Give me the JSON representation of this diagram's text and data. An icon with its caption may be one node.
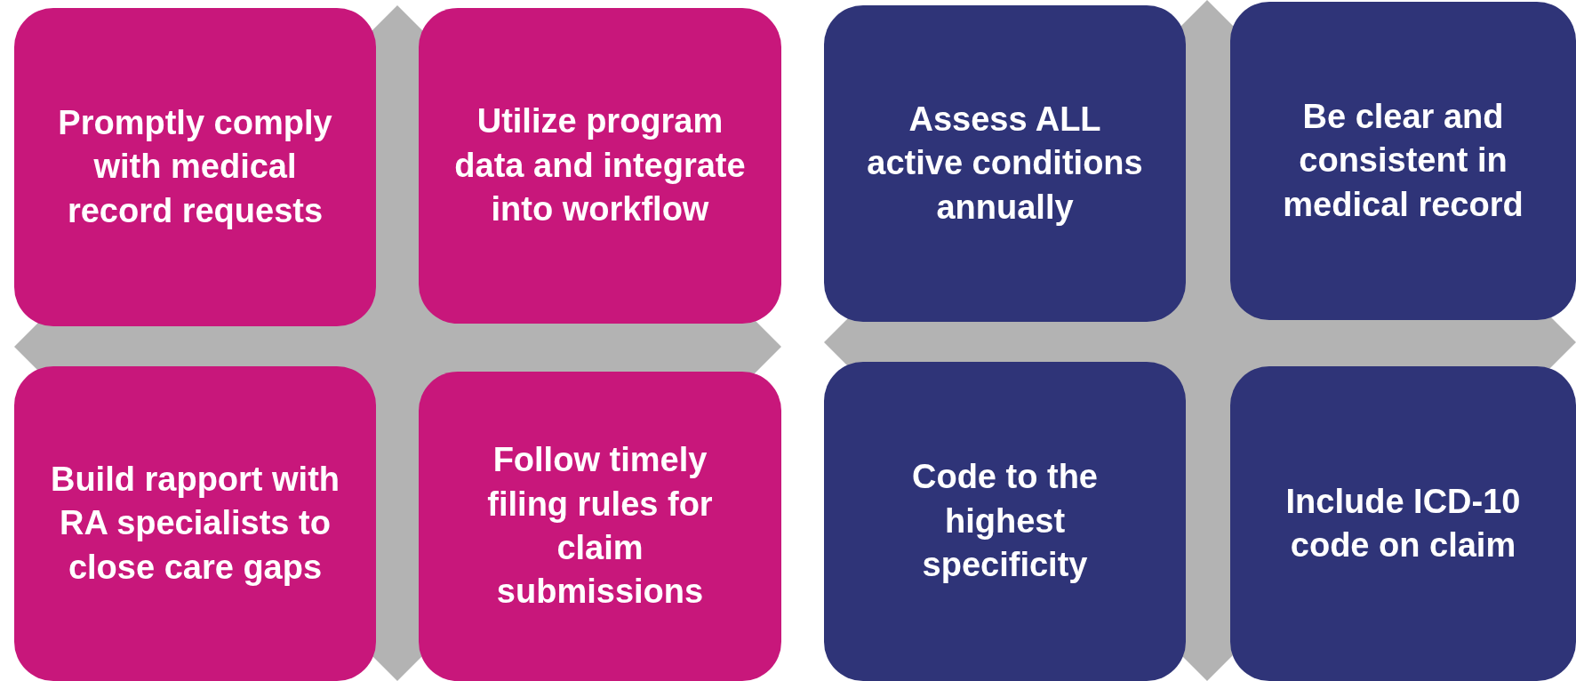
{
  "diagram": {
    "nodes": [
      {
        "text": [
          "Promptly comply with medical record requests"
        ]
      },
      {
        "text": [
          "Utilize program data and integrate into workflow"
        ]
      },
      {
        "text": [
          "Build rapport with RA specialists to close care gaps"
        ]
      },
      {
        "text": [
          "Follow timely filing rules for claim submissions"
        ]
      },
      {
        "text": [
          "Assess ALL active conditions annually"
        ]
      },
      {
        "text": [
          "Be clear and consistent in medical record"
        ]
      },
      {
        "text": [
          "Code to the highest specificity"
        ]
      },
      {
        "text": [
          "Include ICD-10 code on claim"
        ]
      }
    ]
  }
}
